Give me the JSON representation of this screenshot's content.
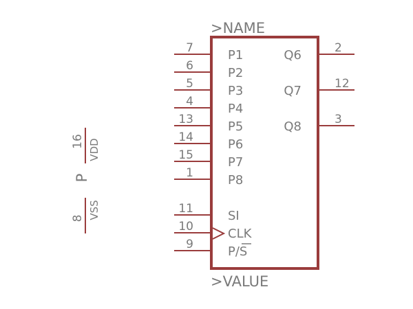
{
  "symbol": {
    "name_label": ">NAME",
    "value_label": ">VALUE",
    "colors": {
      "outline": "#9a3c3c",
      "text": "#7a7a7a"
    },
    "left_pins": [
      {
        "number": "7",
        "label": "P1"
      },
      {
        "number": "6",
        "label": "P2"
      },
      {
        "number": "5",
        "label": "P3"
      },
      {
        "number": "4",
        "label": "P4"
      },
      {
        "number": "13",
        "label": "P5"
      },
      {
        "number": "14",
        "label": "P6"
      },
      {
        "number": "15",
        "label": "P7"
      },
      {
        "number": "1",
        "label": "P8"
      },
      {
        "number": "11",
        "label": "SI"
      },
      {
        "number": "10",
        "label": "CLK"
      },
      {
        "number": "9",
        "label": "P/S"
      }
    ],
    "right_pins": [
      {
        "number": "2",
        "label": "Q6"
      },
      {
        "number": "12",
        "label": "Q7"
      },
      {
        "number": "3",
        "label": "Q8"
      }
    ]
  },
  "power": {
    "gate_label": "P",
    "vdd": {
      "number": "16",
      "label": "VDD"
    },
    "vss": {
      "number": "8",
      "label": "VSS"
    }
  }
}
